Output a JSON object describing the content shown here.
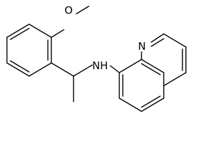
{
  "molecule": {
    "atoms": {
      "methoxy_oxygen": "O",
      "quinoline_nitrogen": "N",
      "amine_nh": "NH"
    }
  }
}
